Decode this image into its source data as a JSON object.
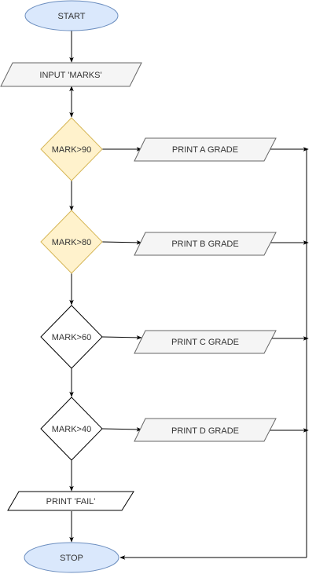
{
  "diagram": {
    "nodes": {
      "start": {
        "label": "START",
        "shape": "ellipse",
        "fill": "#dae8fc",
        "stroke": "#6c8ebf"
      },
      "input_marks": {
        "label": "INPUT 'MARKS'",
        "shape": "parallelogram",
        "fill": "#f5f5f5",
        "stroke": "#666666"
      },
      "cond_90": {
        "label": "MARK>90",
        "shape": "diamond",
        "fill": "#fff2cc",
        "stroke": "#d6b656"
      },
      "cond_80": {
        "label": "MARK>80",
        "shape": "diamond",
        "fill": "#fff2cc",
        "stroke": "#d6b656"
      },
      "cond_60": {
        "label": "MARK>60",
        "shape": "diamond",
        "fill": "#ffffff",
        "stroke": "#000000"
      },
      "cond_40": {
        "label": "MARK>40",
        "shape": "diamond",
        "fill": "#ffffff",
        "stroke": "#000000"
      },
      "print_a": {
        "label": "PRINT A GRADE",
        "shape": "parallelogram",
        "fill": "#f5f5f5",
        "stroke": "#666666"
      },
      "print_b": {
        "label": "PRINT B GRADE",
        "shape": "parallelogram",
        "fill": "#f5f5f5",
        "stroke": "#666666"
      },
      "print_c": {
        "label": "PRINT C GRADE",
        "shape": "parallelogram",
        "fill": "#f5f5f5",
        "stroke": "#666666"
      },
      "print_d": {
        "label": "PRINT D GRADE",
        "shape": "parallelogram",
        "fill": "#f5f5f5",
        "stroke": "#666666"
      },
      "print_fail": {
        "label": "PRINT 'FAIL'",
        "shape": "parallelogram",
        "fill": "#ffffff",
        "stroke": "#000000"
      },
      "stop": {
        "label": "STOP",
        "shape": "ellipse",
        "fill": "#dae8fc",
        "stroke": "#6c8ebf"
      }
    },
    "edges": [
      {
        "from": "start",
        "to": "input_marks"
      },
      {
        "from": "input_marks",
        "to": "cond_90",
        "bidirectional": true
      },
      {
        "from": "cond_90",
        "to": "print_a"
      },
      {
        "from": "cond_90",
        "to": "cond_80"
      },
      {
        "from": "cond_80",
        "to": "print_b"
      },
      {
        "from": "cond_80",
        "to": "cond_60"
      },
      {
        "from": "cond_60",
        "to": "print_c"
      },
      {
        "from": "cond_60",
        "to": "cond_40"
      },
      {
        "from": "cond_40",
        "to": "print_d"
      },
      {
        "from": "cond_40",
        "to": "print_fail"
      },
      {
        "from": "print_fail",
        "to": "stop"
      },
      {
        "from": "print_a",
        "to": "stop",
        "via": "right-bus"
      },
      {
        "from": "print_b",
        "to": "stop",
        "via": "right-bus"
      },
      {
        "from": "print_c",
        "to": "stop",
        "via": "right-bus"
      },
      {
        "from": "print_d",
        "to": "stop",
        "via": "right-bus"
      }
    ],
    "edge_color": "#000000"
  }
}
